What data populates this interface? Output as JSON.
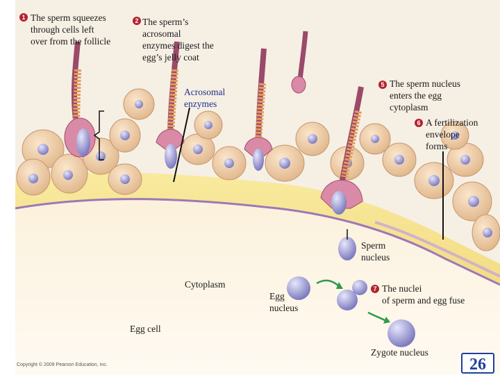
{
  "steps": [
    {
      "num": "1",
      "text": "The sperm squeezes\nthrough cells left\nover from the follicle"
    },
    {
      "num": "2",
      "text": "The sperm’s\nacrosomal\nenzymes digest the\negg’s jelly coat"
    },
    {
      "num": "5",
      "text": "The sperm nucleus\nenters the egg\ncytoplasm"
    },
    {
      "num": "6",
      "text": "A fertilization\nenvelope\nforms"
    },
    {
      "num": "7",
      "text": "The nuclei\nof sperm and egg fuse"
    }
  ],
  "labels": {
    "acrosomal_enzymes": "Acrosomal\nenzymes",
    "sperm_nucleus": "Sperm\nnucleus",
    "cytoplasm": "Cytoplasm",
    "egg_nucleus": "Egg\nnucleus",
    "egg_cell": "Egg cell",
    "zygote_nucleus": "Zygote nucleus"
  },
  "copyright": "Copyright © 2009 Pearson Education, Inc.",
  "page_number": "26",
  "colors": {
    "background": "#f6efe4",
    "jelly_coat": "#f5e08e",
    "egg_cytoplasm": "#fdf7ec",
    "follicle_cell": "#efcfa8",
    "follicle_nucleus": "#8f8cc4",
    "sperm_tail": "#9a4a6a",
    "sperm_midpiece": "#e49a5c",
    "nucleus_purple": "#9a98d4",
    "arrow_green": "#2e9a4a",
    "step_badge": "#b5202e"
  }
}
